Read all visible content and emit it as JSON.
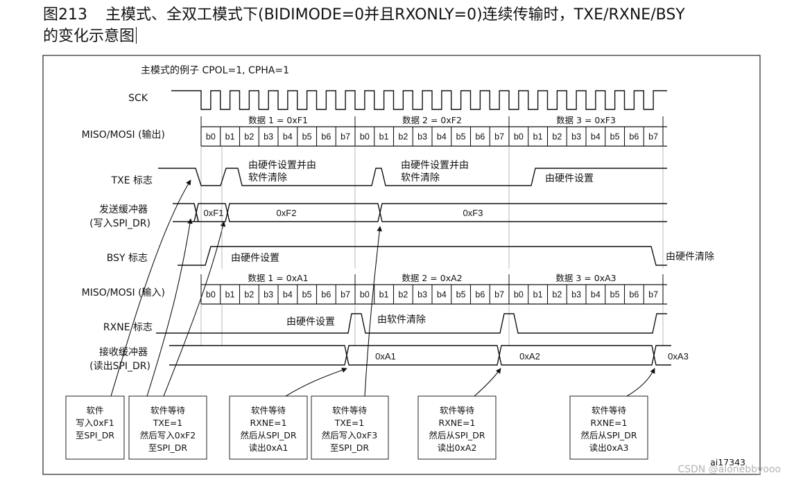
{
  "caption": {
    "number": "图213",
    "line1": "主模式、全双工模式下(BIDIMODE=0并且RXONLY=0)连续传输时，TXE/RXNE/BSY",
    "line2": "的变化示意图"
  },
  "diagram": {
    "subtitle": "主模式的例子   CPOL=1, CPHA=1",
    "signal_labels": {
      "sck": "SCK",
      "miso_out": "MISO/MOSI (输出)",
      "txe": "TXE 标志",
      "tx_buffer": [
        "发送缓冲器",
        "(写入SPI_DR)"
      ],
      "bsy": "BSY 标志",
      "miso_in": "MISO/MOSI (输入)",
      "rxne": "RXNE 标志",
      "rx_buffer": [
        "接收缓冲器",
        "(读出SPI_DR)"
      ]
    },
    "bits": [
      "b0",
      "b1",
      "b2",
      "b3",
      "b4",
      "b5",
      "b6",
      "b7"
    ],
    "tx_data_labels": [
      "数据 1 = 0xF1",
      "数据 2 = 0xF2",
      "数据 3 = 0xF3"
    ],
    "rx_data_labels": [
      "数据 1 = 0xA1",
      "数据 2 = 0xA2",
      "数据 3 = 0xA3"
    ],
    "tx_buffer_values": [
      "0xF1",
      "0xF2",
      "0xF3"
    ],
    "rx_buffer_values": [
      "0xA1",
      "0xA2",
      "0xA3"
    ],
    "notes": {
      "txe_set_clear_1": [
        "由硬件设置并由",
        "软件清除"
      ],
      "txe_set_clear_2": [
        "由硬件设置并由",
        "软件清除"
      ],
      "txe_set": "由硬件设置",
      "bsy_set": "由硬件设置",
      "bsy_clear": "由硬件清除",
      "rxne_set": "由硬件设置",
      "rxne_clear": "由软件清除"
    },
    "callouts": [
      [
        "软件",
        "写入0xF1",
        "至SPI_DR"
      ],
      [
        "软件等待",
        "TXE=1",
        "然后写入0xF2",
        "至SPI_DR"
      ],
      [
        "软件等待",
        "RXNE=1",
        "然后从SPI_DR",
        "读出0xA1"
      ],
      [
        "软件等待",
        "TXE=1",
        "然后写入0xF3",
        "至SPI_DR"
      ],
      [
        "软件等待",
        "RXNE=1",
        "然后从SPI_DR",
        "读出0xA2"
      ],
      [
        "软件等待",
        "RXNE=1",
        "然后从SPI_DR",
        "读出0xA3"
      ]
    ],
    "figure_id": "ai17343",
    "watermark": "CSDN @alonebbyooo"
  }
}
